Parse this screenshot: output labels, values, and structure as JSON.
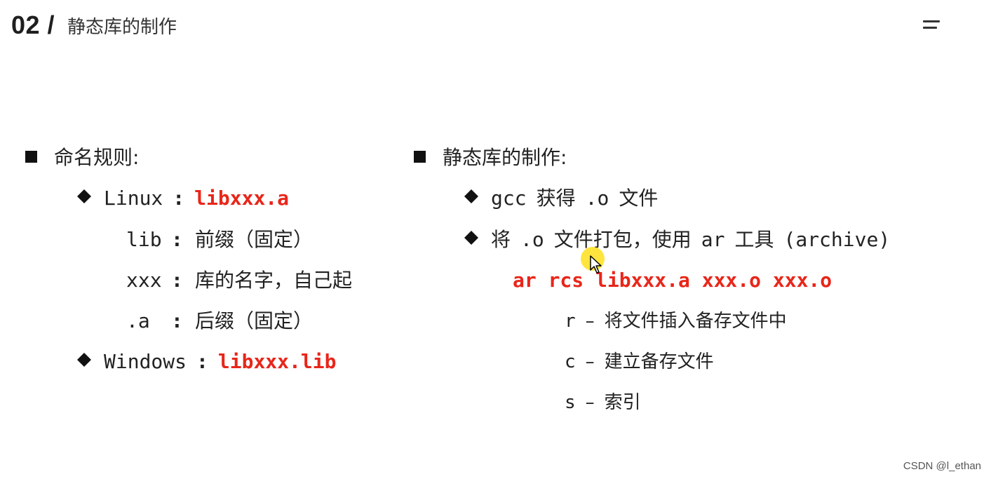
{
  "header": {
    "section_number": "02 /",
    "section_title": "静态库的制作"
  },
  "left": {
    "heading": "命名规则:",
    "linux": {
      "label": "Linux",
      "sep": ":",
      "value": "libxxx.a"
    },
    "parts": [
      {
        "key": "lib",
        "sep": ":",
        "desc": "前缀（固定）"
      },
      {
        "key": "xxx",
        "sep": ":",
        "desc": "库的名字，自己起"
      },
      {
        "key": ".a",
        "sep": ":",
        "desc": "后缀（固定）"
      }
    ],
    "windows": {
      "label": "Windows",
      "sep": ":",
      "value": "libxxx.lib"
    }
  },
  "right": {
    "heading": "静态库的制作:",
    "step1": {
      "a": "gcc",
      "b": "获得",
      "c": ".o",
      "d": "文件"
    },
    "step2": {
      "a": "将",
      "b": ".o",
      "c": "文件打包，使用",
      "d": "ar",
      "e": "工具",
      "f": "(archive)"
    },
    "command": "ar rcs libxxx.a xxx.o xxx.o",
    "options": [
      {
        "flag": "r",
        "dash": "–",
        "desc": "将文件插入备存文件中"
      },
      {
        "flag": "c",
        "dash": "–",
        "desc": "建立备存文件"
      },
      {
        "flag": "s",
        "dash": "–",
        "desc": "索引"
      }
    ]
  },
  "watermark": "CSDN @l_ethan",
  "colors": {
    "accent": "#e8261a",
    "bullet": "#111111",
    "cursor_highlight": "#ffe128"
  },
  "icons": {
    "menu": "menu-icon",
    "square_bullet": "square-bullet-icon",
    "diamond_bullet": "diamond-bullet-icon",
    "cursor": "mouse-pointer-icon"
  }
}
